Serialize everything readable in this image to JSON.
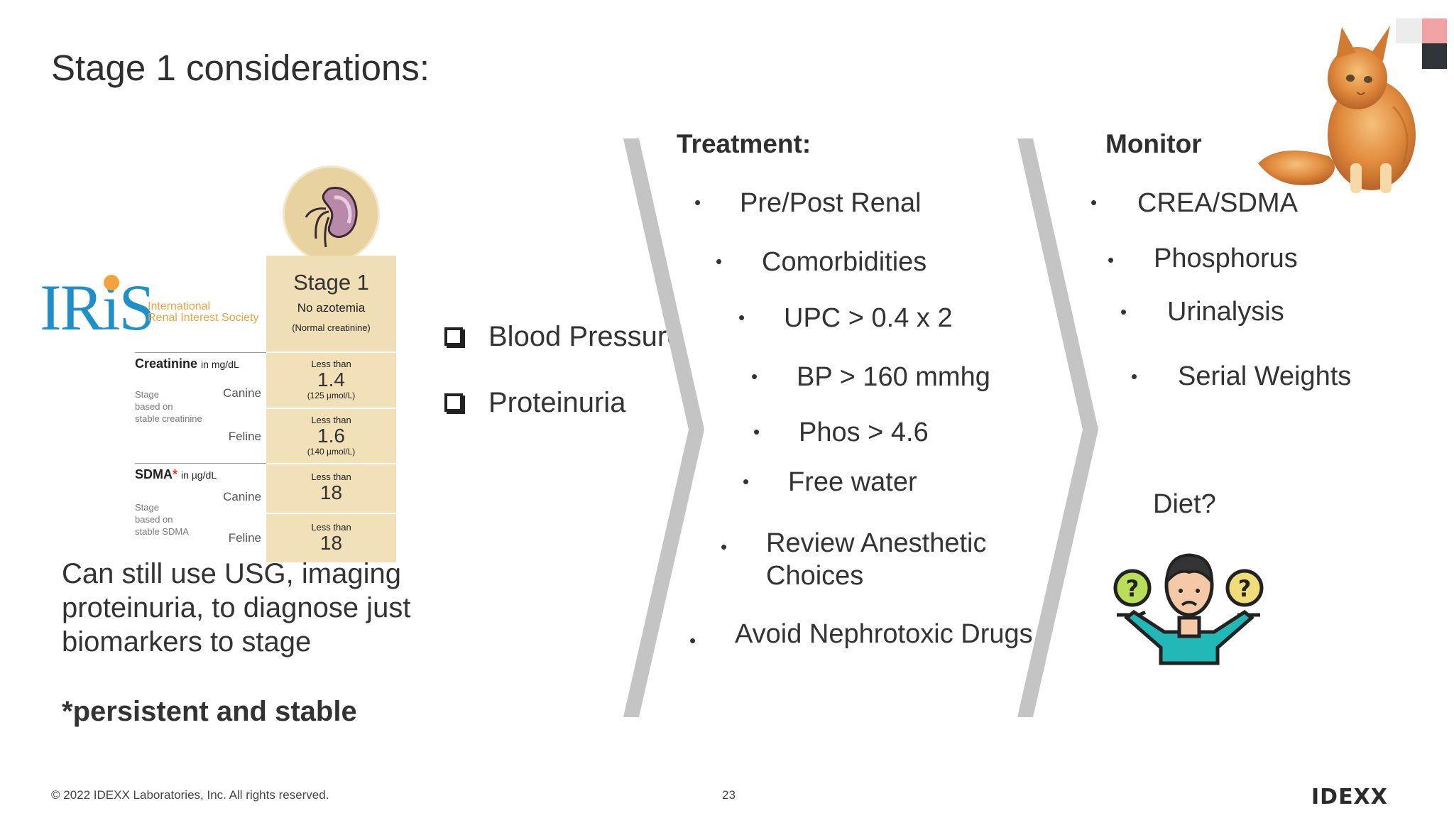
{
  "slide": {
    "title": "Stage 1 considerations:",
    "page_number": "23",
    "copyright": "© 2022 IDEXX Laboratories, Inc. All rights reserved.",
    "logo": "IDEXX"
  },
  "iris": {
    "logo_text": "IRiS",
    "org_line1": "International",
    "org_line2": "Renal Interest Society",
    "stage_title": "Stage 1",
    "stage_desc": "No azotemia",
    "stage_desc2": "(Normal creatinine)",
    "creatinine_label": "Creatinine",
    "creatinine_unit": "in mg/dL",
    "creatinine_basis": [
      "Stage",
      "based on",
      "stable creatinine"
    ],
    "sdma_label": "SDMA",
    "sdma_star": "*",
    "sdma_unit": "in µg/dL",
    "sdma_basis": [
      "Stage",
      "based on",
      "stable SDMA"
    ],
    "canine": "Canine",
    "feline": "Feline",
    "less_than": "Less than",
    "creatinine_canine": "1.4",
    "creatinine_canine_si": "(125 µmol/L)",
    "creatinine_feline": "1.6",
    "creatinine_feline_si": "(140 µmol/L)",
    "sdma_canine": "18",
    "sdma_feline": "18"
  },
  "left_text": {
    "body": "Can still use USG, imaging proteinuria, to diagnose just biomarkers to stage",
    "note": "*persistent and stable"
  },
  "checklist": [
    "Blood Pressure",
    "Proteinuria"
  ],
  "treatment": {
    "header": "Treatment:",
    "items": [
      "Pre/Post Renal",
      "Comorbidities",
      "UPC > 0.4 x 2",
      "BP > 160 mmhg",
      "Phos > 4.6",
      "Free water",
      "Review Anesthetic Choices",
      "Avoid Nephrotoxic Drugs"
    ]
  },
  "monitor": {
    "header": "Monitor",
    "items": [
      "CREA/SDMA",
      "Phosphorus",
      "Urinalysis",
      "Serial Weights"
    ],
    "diet": "Diet?"
  },
  "icons": {
    "kidney": "kidney-icon",
    "cat": "cat-photo",
    "person": "confused-person-icon",
    "chevron": "chevron-arrow"
  },
  "colors": {
    "iris_blue": "#1f8fca",
    "iris_orange": "#f2a33a",
    "stage_bg": "#f1e0b8",
    "chevron": "#c4c4c4",
    "accent_pink": "#f0a2a4",
    "accent_dark": "#2f343a"
  }
}
